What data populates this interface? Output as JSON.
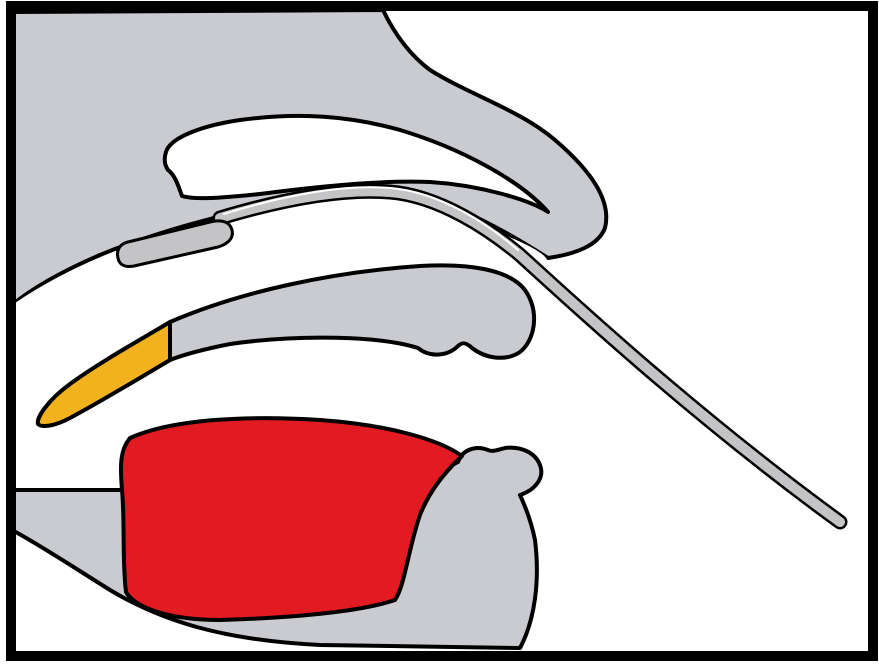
{
  "diagram": {
    "colors": {
      "background": "#ffffff",
      "frame": "#000000",
      "tissue": "#cacbd0",
      "tongue": "#e21a22",
      "teeth": "#f1b21d",
      "tube_fill": "#c4c4c6",
      "tube_highlight": "#ffffff",
      "outline": "#000000"
    },
    "parts": [
      {
        "id": "nasal-tissue",
        "icon": "nasal-cavity-shape"
      },
      {
        "id": "nasal-turbinate",
        "icon": "turbinate-shape"
      },
      {
        "id": "hard-palate",
        "icon": "palate-shape"
      },
      {
        "id": "upper-teeth",
        "icon": "tooth-shape"
      },
      {
        "id": "tongue",
        "icon": "tongue-shape"
      },
      {
        "id": "lower-jaw",
        "icon": "jaw-shape"
      },
      {
        "id": "nasogastric-tube",
        "icon": "tube-shape"
      }
    ]
  }
}
